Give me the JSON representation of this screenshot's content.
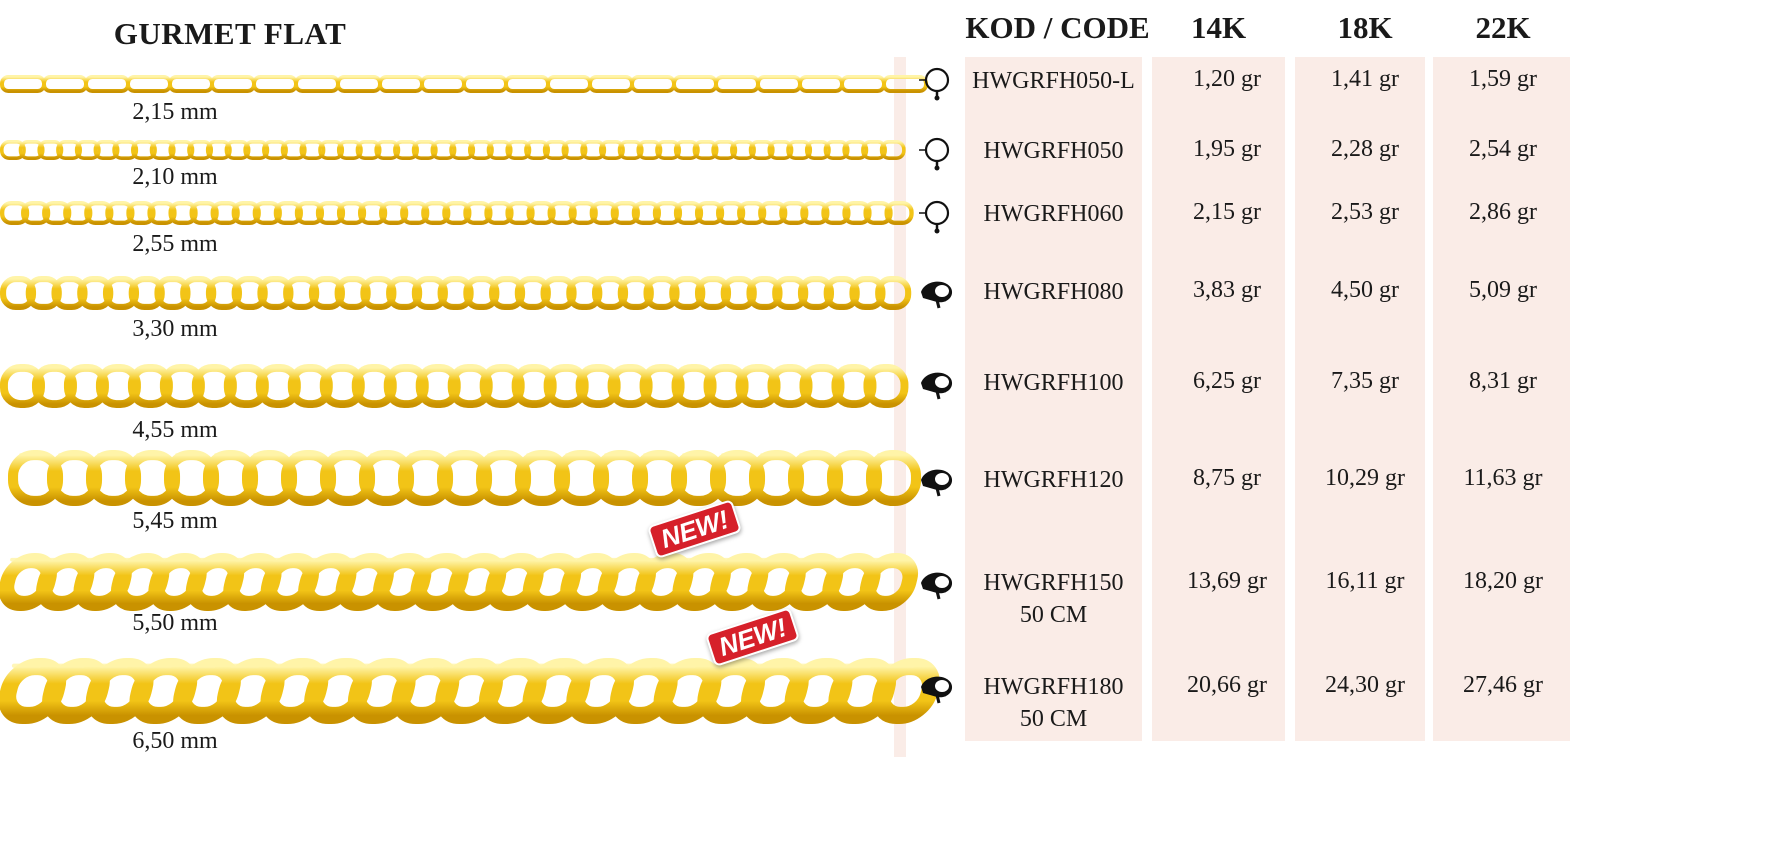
{
  "title": "GURMET FLAT",
  "headers": {
    "code": "KOD / CODE",
    "k14": "14K",
    "k18": "18K",
    "k22": "22K"
  },
  "badge_text": "NEW!",
  "colors": {
    "gold": "#f2c417",
    "gold_dark": "#c99200",
    "gold_light": "#fff4a8",
    "pink": "#faece7",
    "badge_red": "#d6202a"
  },
  "chains": [
    {
      "size": "2,15 mm",
      "style": "long-link"
    },
    {
      "size": "2,10 mm",
      "style": "curb"
    },
    {
      "size": "2,55 mm",
      "style": "curb"
    },
    {
      "size": "3,30 mm",
      "style": "curb"
    },
    {
      "size": "4,55 mm",
      "style": "curb"
    },
    {
      "size": "5,45 mm",
      "style": "curb"
    },
    {
      "size": "5,50 mm",
      "style": "curb-heavy",
      "is_new": true
    },
    {
      "size": "6,50 mm",
      "style": "curb-heavy",
      "is_new": true
    }
  ],
  "rows": [
    {
      "clasp": "spring-ring-icon",
      "code": "HWGRFH050-L",
      "length": "",
      "w14": "1,20 gr",
      "w18": "1,41 gr",
      "w22": "1,59 gr"
    },
    {
      "clasp": "spring-ring-icon",
      "code": "HWGRFH050",
      "length": "",
      "w14": "1,95 gr",
      "w18": "2,28 gr",
      "w22": "2,54 gr"
    },
    {
      "clasp": "spring-ring-icon",
      "code": "HWGRFH060",
      "length": "",
      "w14": "2,15 gr",
      "w18": "2,53 gr",
      "w22": "2,86 gr"
    },
    {
      "clasp": "lobster-clasp-icon",
      "code": "HWGRFH080",
      "length": "",
      "w14": "3,83 gr",
      "w18": "4,50 gr",
      "w22": "5,09 gr"
    },
    {
      "clasp": "lobster-clasp-icon",
      "code": "HWGRFH100",
      "length": "",
      "w14": "6,25 gr",
      "w18": "7,35 gr",
      "w22": "8,31 gr"
    },
    {
      "clasp": "lobster-clasp-icon",
      "code": "HWGRFH120",
      "length": "",
      "w14": "8,75 gr",
      "w18": "10,29 gr",
      "w22": "11,63 gr"
    },
    {
      "clasp": "lobster-clasp-icon",
      "code": "HWGRFH150",
      "length": "50 CM",
      "w14": "13,69 gr",
      "w18": "16,11 gr",
      "w22": "18,20 gr"
    },
    {
      "clasp": "lobster-clasp-icon",
      "code": "HWGRFH180",
      "length": "50 CM",
      "w14": "20,66 gr",
      "w18": "24,30 gr",
      "w22": "27,46 gr"
    }
  ]
}
